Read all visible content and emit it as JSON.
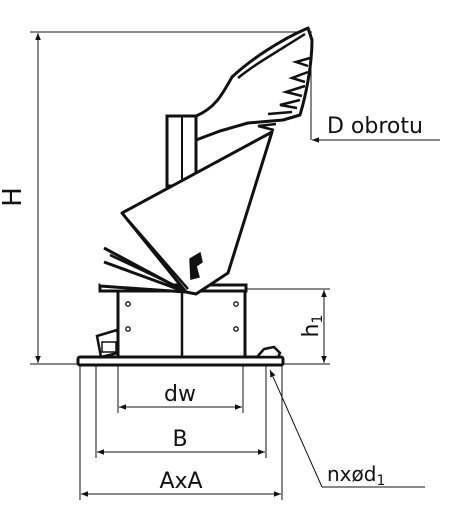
{
  "labels": {
    "height": "H",
    "rotation_diameter": "D obrotu",
    "base_height": "h",
    "base_height_sub": "1",
    "inner_diameter": "dw",
    "bolt_spacing": "B",
    "outer_size": "AxA",
    "holes_prefix": "nxød",
    "holes_sub": "1"
  }
}
